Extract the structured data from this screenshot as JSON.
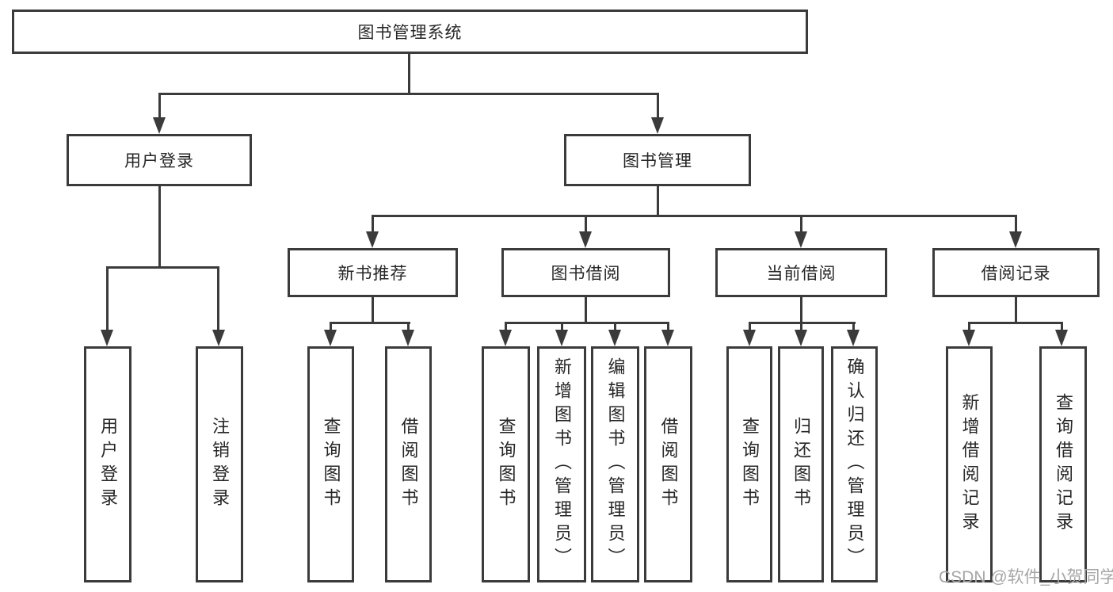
{
  "colors": {
    "line": "#3b3b3b",
    "text": "#262626",
    "background": "#ffffff",
    "watermark_color": "#a6a6a6"
  },
  "watermark": "CSDN @软件_小贺同学",
  "tree": {
    "root": {
      "label": "图书管理系统"
    },
    "level2": [
      {
        "label": "用户登录",
        "children": [
          "用户登录",
          "注销登录"
        ]
      },
      {
        "label": "图书管理",
        "children": [
          {
            "label": "新书推荐",
            "children": [
              "查询图书",
              "借阅图书"
            ]
          },
          {
            "label": "图书借阅",
            "children": [
              "查询图书",
              "新增图书（管理员）",
              "编辑图书（管理员）",
              "借阅图书"
            ]
          },
          {
            "label": "当前借阅",
            "children": [
              "查询图书",
              "归还图书",
              "确认归还（管理员）"
            ]
          },
          {
            "label": "借阅记录",
            "children": [
              "新增借阅记录",
              "查询借阅记录"
            ]
          }
        ]
      }
    ]
  }
}
